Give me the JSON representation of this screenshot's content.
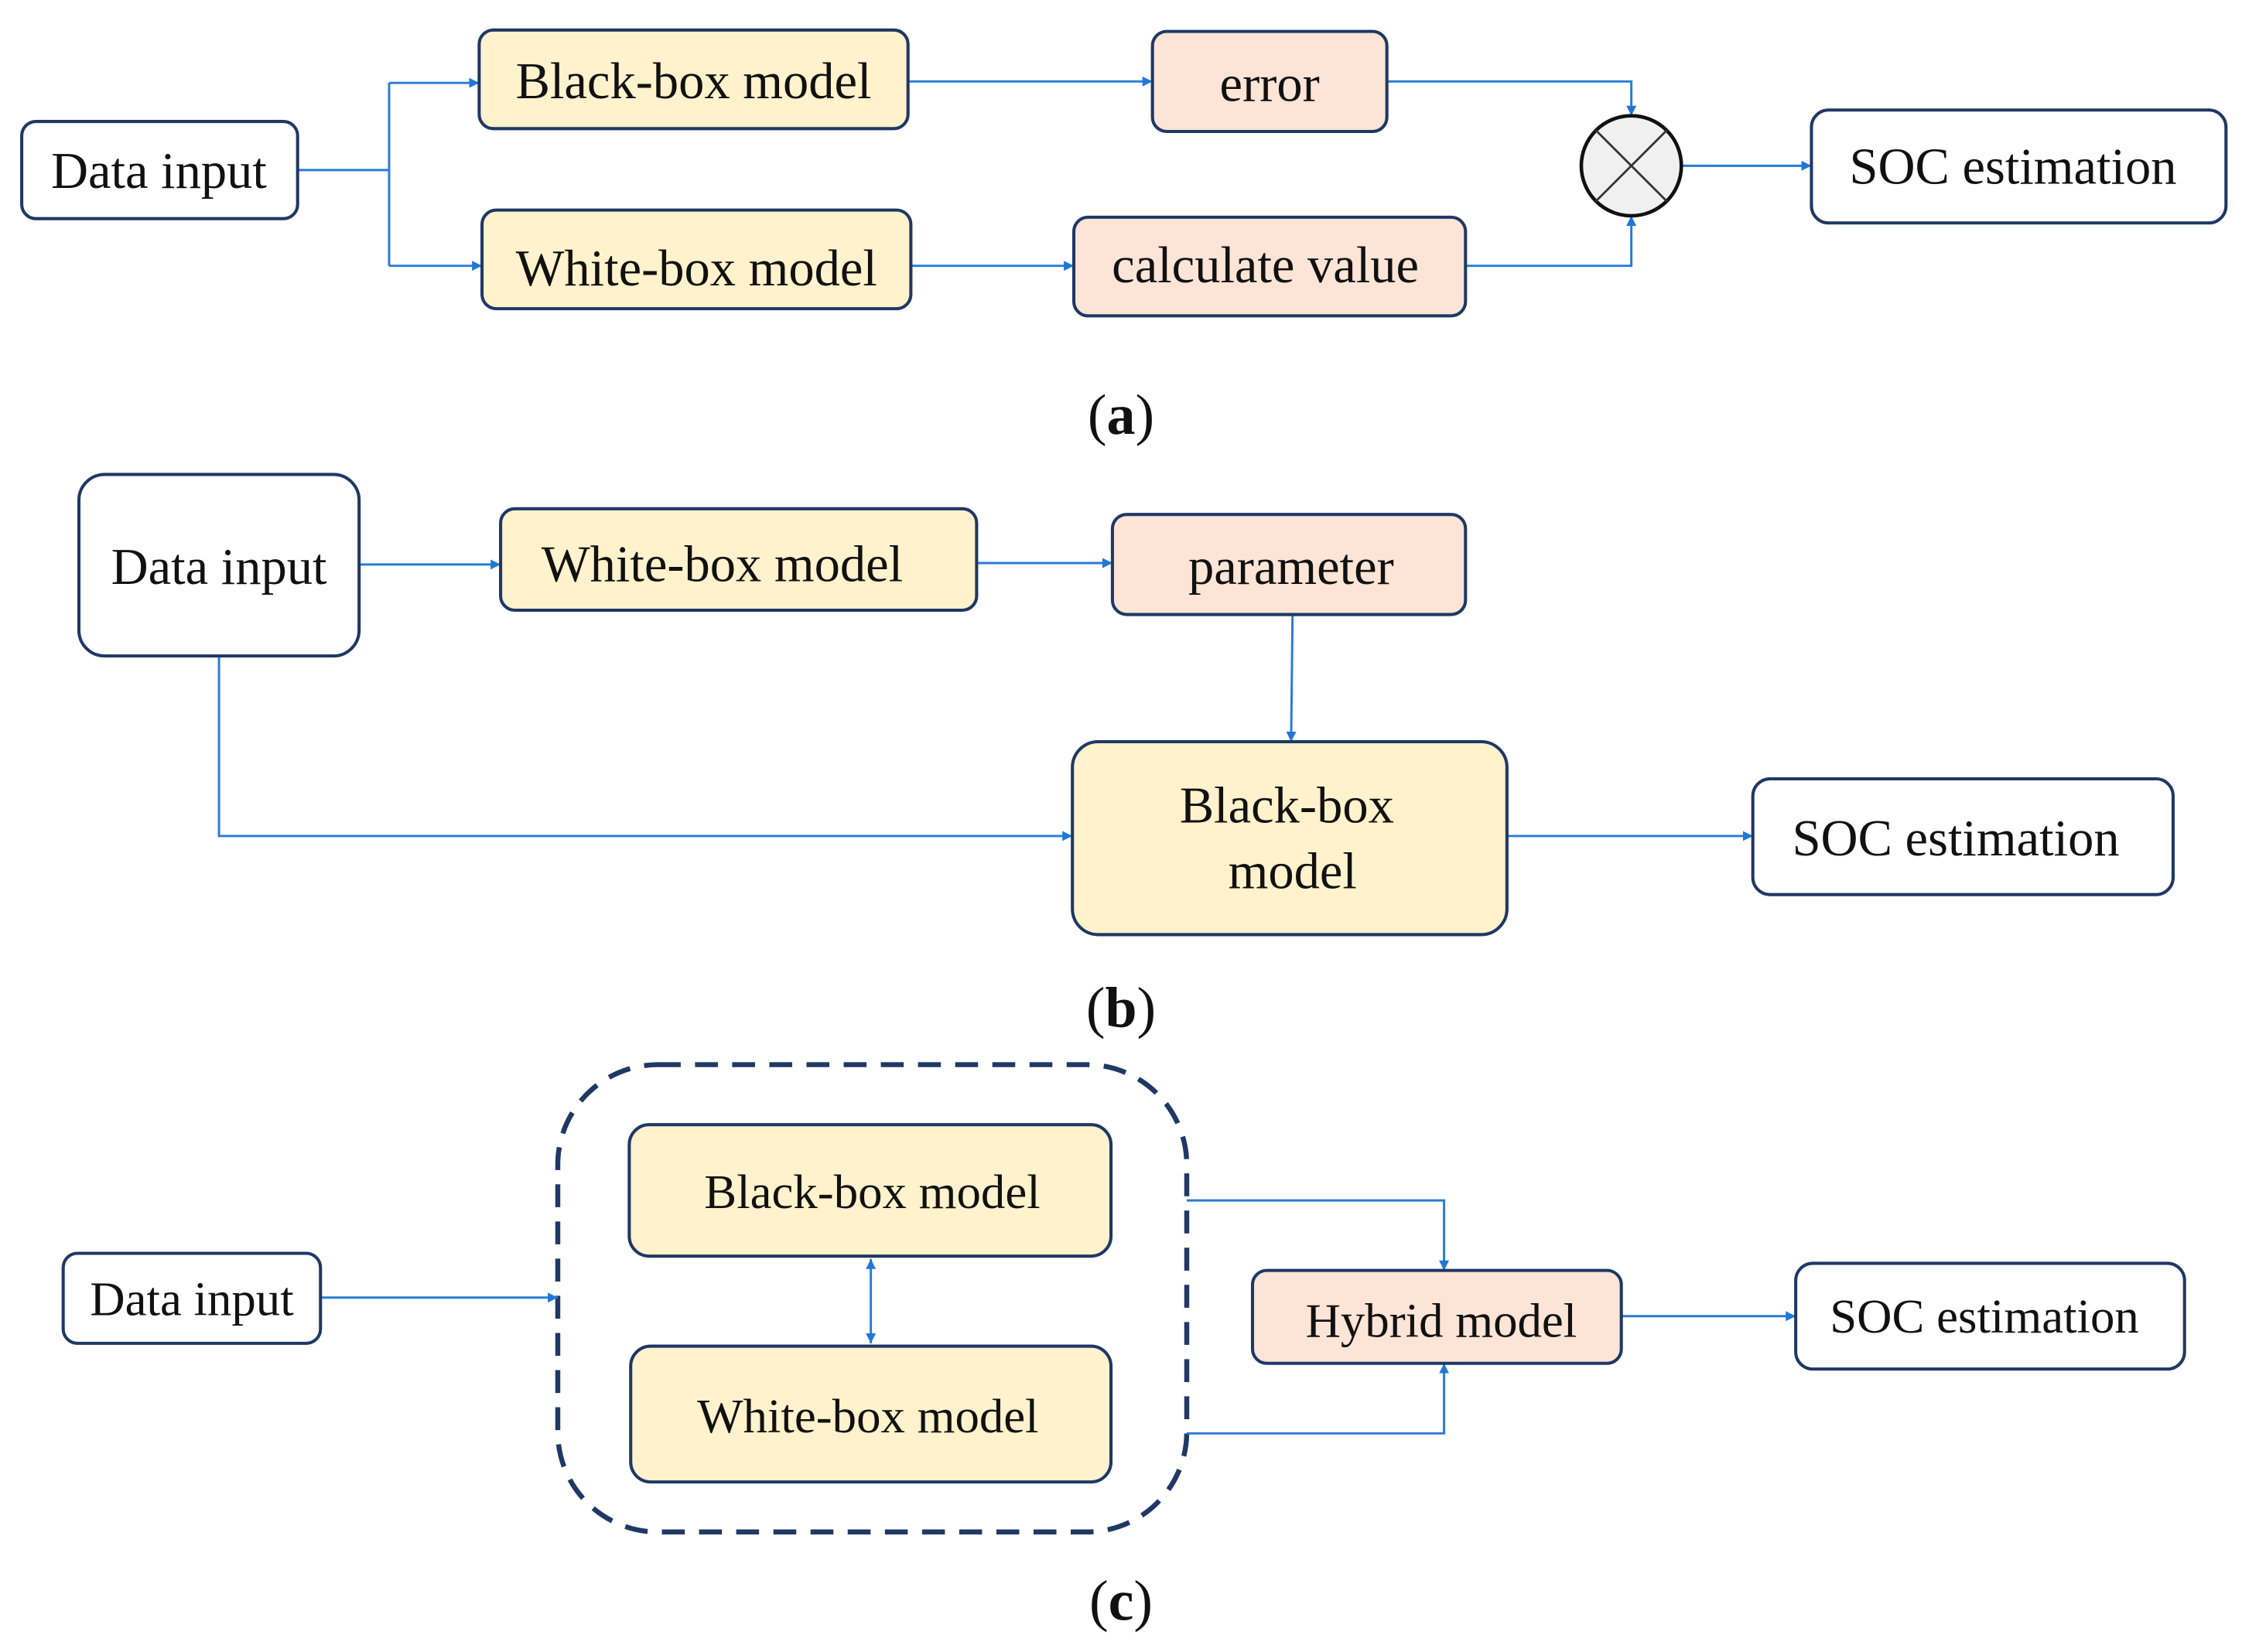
{
  "panel_a": {
    "label": "a",
    "data_input": "Data input",
    "black_box": "Black-box model",
    "white_box": "White-box model",
    "error": "error",
    "calculate_value": "calculate value",
    "soc": "SOC estimation",
    "combiner_icon": "multiply-circle-icon"
  },
  "panel_b": {
    "label": "b",
    "data_input": "Data input",
    "white_box": "White-box model",
    "parameter": "parameter",
    "black_box_line1": "Black-box",
    "black_box_line2": "model",
    "soc": "SOC estimation"
  },
  "panel_c": {
    "label": "c",
    "data_input": "Data input",
    "black_box": "Black-box model",
    "white_box": "White-box model",
    "hybrid": "Hybrid model",
    "soc": "SOC estimation"
  },
  "colors": {
    "model_fill": "#fff2cc",
    "result_fill": "#fce4d6",
    "border": "#1f3864",
    "arrow": "#2a7bd6"
  }
}
